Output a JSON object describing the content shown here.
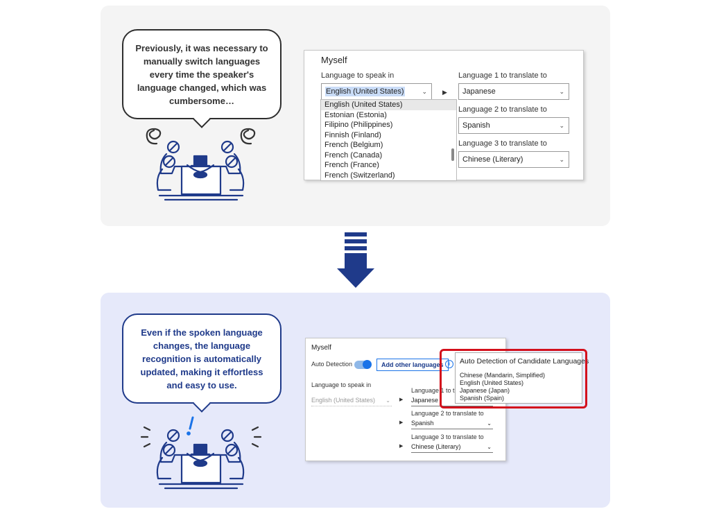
{
  "top": {
    "bubble_lines": [
      "Previously, it was necessary to",
      "manually switch languages",
      "every time the speaker's",
      "language changed, which was",
      "cumbersome…"
    ],
    "window": {
      "title": "Myself",
      "speak_label": "Language to speak in",
      "speak_value": "English (United States)",
      "list_options": [
        "English (United States)",
        "Estonian (Estonia)",
        "Filipino (Philippines)",
        "Finnish (Finland)",
        "French (Belgium)",
        "French (Canada)",
        "French (France)",
        "French (Switzerland)"
      ],
      "lang1_label": "Language 1 to translate to",
      "lang1_value": "Japanese",
      "lang2_label": "Language 2 to translate to",
      "lang2_value": "Spanish",
      "lang3_label": "Language 3 to translate to",
      "lang3_value": "Chinese (Literary)"
    }
  },
  "bottom": {
    "bubble_lines": [
      "Even if the spoken language",
      "changes, the language",
      "recognition is automatically",
      "updated, making it effortless",
      "and easy to use."
    ],
    "window": {
      "title": "Myself",
      "auto_detection_label": "Auto Detection",
      "add_languages_button": "Add other languages",
      "speak_label": "Language to speak in",
      "speak_value": "English (United States)",
      "lang1_label": "Language 1 to translate to",
      "lang1_value": "Japanese",
      "lang2_label": "Language 2 to translate to",
      "lang2_value": "Spanish",
      "lang3_label": "Language 3 to translate to",
      "lang3_value": "Chinese (Literary)"
    },
    "popup": {
      "title": "Auto Detection of Candidate Languages",
      "items": [
        "Chinese (Mandarin, Simplified)",
        "English (United States)",
        "Japanese (Japan)",
        "Spanish (Spain)"
      ]
    }
  },
  "colors": {
    "accent_blue": "#1f3a8a",
    "highlight_red": "#d3101c",
    "toggle_blue": "#1a73e8"
  }
}
